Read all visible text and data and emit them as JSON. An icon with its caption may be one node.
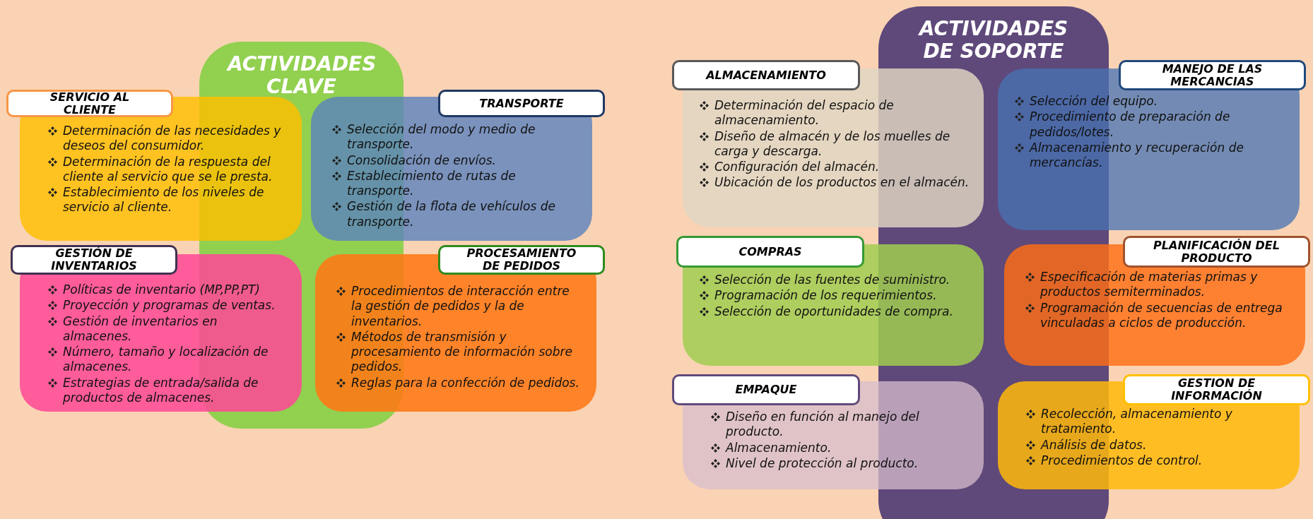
{
  "diagram": {
    "nodes": [
      {
        "text": [
          "ACTIVIDADES CLAVE"
        ]
      },
      {
        "text": [
          "SERVICIO AL CLIENTE",
          "Determinación de las necesidades y deseos del consumidor.",
          "Determinación de la respuesta del cliente al servicio que se le presta.",
          "Establecimiento de los niveles de servicio al cliente."
        ]
      },
      {
        "text": [
          "TRANSPORTE",
          "Selección del modo y medio de transporte.",
          "Consolidación de envíos.",
          "Establecimiento de rutas de transporte.",
          "Gestión de la flota de vehículos de transporte."
        ]
      },
      {
        "text": [
          "GESTIÓN DE INVENTARIOS",
          "Políticas de inventario (MP,PP,PT)",
          "Proyección y programas de ventas.",
          "Gestión de inventarios en almacenes.",
          "Número, tamaño y localización de almacenes.",
          "Estrategias de entrada/salida de productos de almacenes."
        ]
      },
      {
        "text": [
          "PROCESAMIENTO DE PEDIDOS",
          "Procedimientos de interacción entre la gestión de pedidos y la de inventarios.",
          "Métodos de transmisión y procesamiento de información sobre pedidos.",
          "Reglas para la confección de pedidos."
        ]
      },
      {
        "text": [
          "ACTIVIDADES DE SOPORTE"
        ]
      },
      {
        "text": [
          "ALMACENAMIENTO",
          "Determinación del espacio de almacenamiento.",
          "Diseño de almacén y de los muelles de carga y descarga.",
          "Configuración del almacén.",
          "Ubicación de los productos en el almacén."
        ]
      },
      {
        "text": [
          "MANEJO DE LAS MERCANCIAS",
          "Selección del equipo.",
          "Procedimiento de preparación de pedidos/lotes.",
          "Almacenamiento y recuperación de mercancías."
        ]
      },
      {
        "text": [
          "COMPRAS",
          "Selección de las fuentes de suministro.",
          "Programación de los requerimientos.",
          "Selección de oportunidades de compra."
        ]
      },
      {
        "text": [
          "PLANIFICACIÓN DEL PRODUCTO",
          "Especificación de materias primas y productos semiterminados.",
          "Programación de secuencias de entrega vinculadas a ciclos de producción."
        ]
      },
      {
        "text": [
          "EMPAQUE",
          "Diseño en función al manejo del producto.",
          "Almacenamiento.",
          "Nivel de protección al producto."
        ]
      },
      {
        "text": [
          "GESTION DE INFORMACIÓN",
          "Recolección, almacenamiento y tratamiento.",
          "Análisis de datos.",
          "Procedimientos de control."
        ]
      }
    ]
  }
}
